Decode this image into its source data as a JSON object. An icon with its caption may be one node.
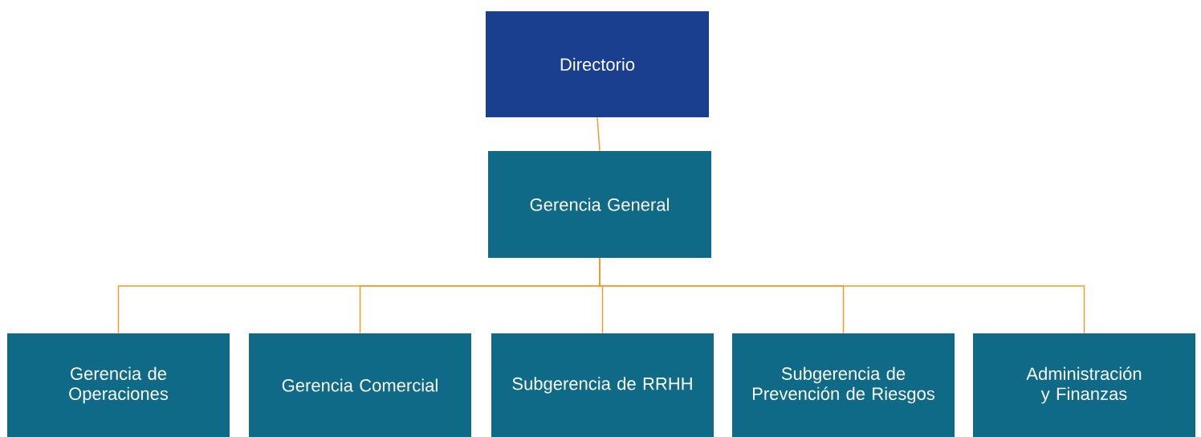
{
  "diagram": {
    "nodes": [
      {
        "text": [
          "Directorio"
        ]
      },
      {
        "text": [
          "Gerencia General"
        ]
      },
      {
        "text": [
          "Gerencia de Operaciones"
        ]
      },
      {
        "text": [
          "Gerencia Comercial"
        ]
      },
      {
        "text": [
          "Subgerencia de RRHH"
        ]
      },
      {
        "text": [
          "Subgerencia de Prevención de Riesgos"
        ]
      },
      {
        "text": [
          "Administración y Finanzas"
        ]
      }
    ],
    "edges": [
      {
        "from": 0,
        "to": 1,
        "arrow": "none"
      },
      {
        "from": 1,
        "to": 2,
        "arrow": "none"
      },
      {
        "from": 1,
        "to": 3,
        "arrow": "none"
      },
      {
        "from": 1,
        "to": 4,
        "arrow": "none"
      },
      {
        "from": 1,
        "to": 5,
        "arrow": "none"
      },
      {
        "from": 1,
        "to": 6,
        "arrow": "none"
      }
    ]
  }
}
